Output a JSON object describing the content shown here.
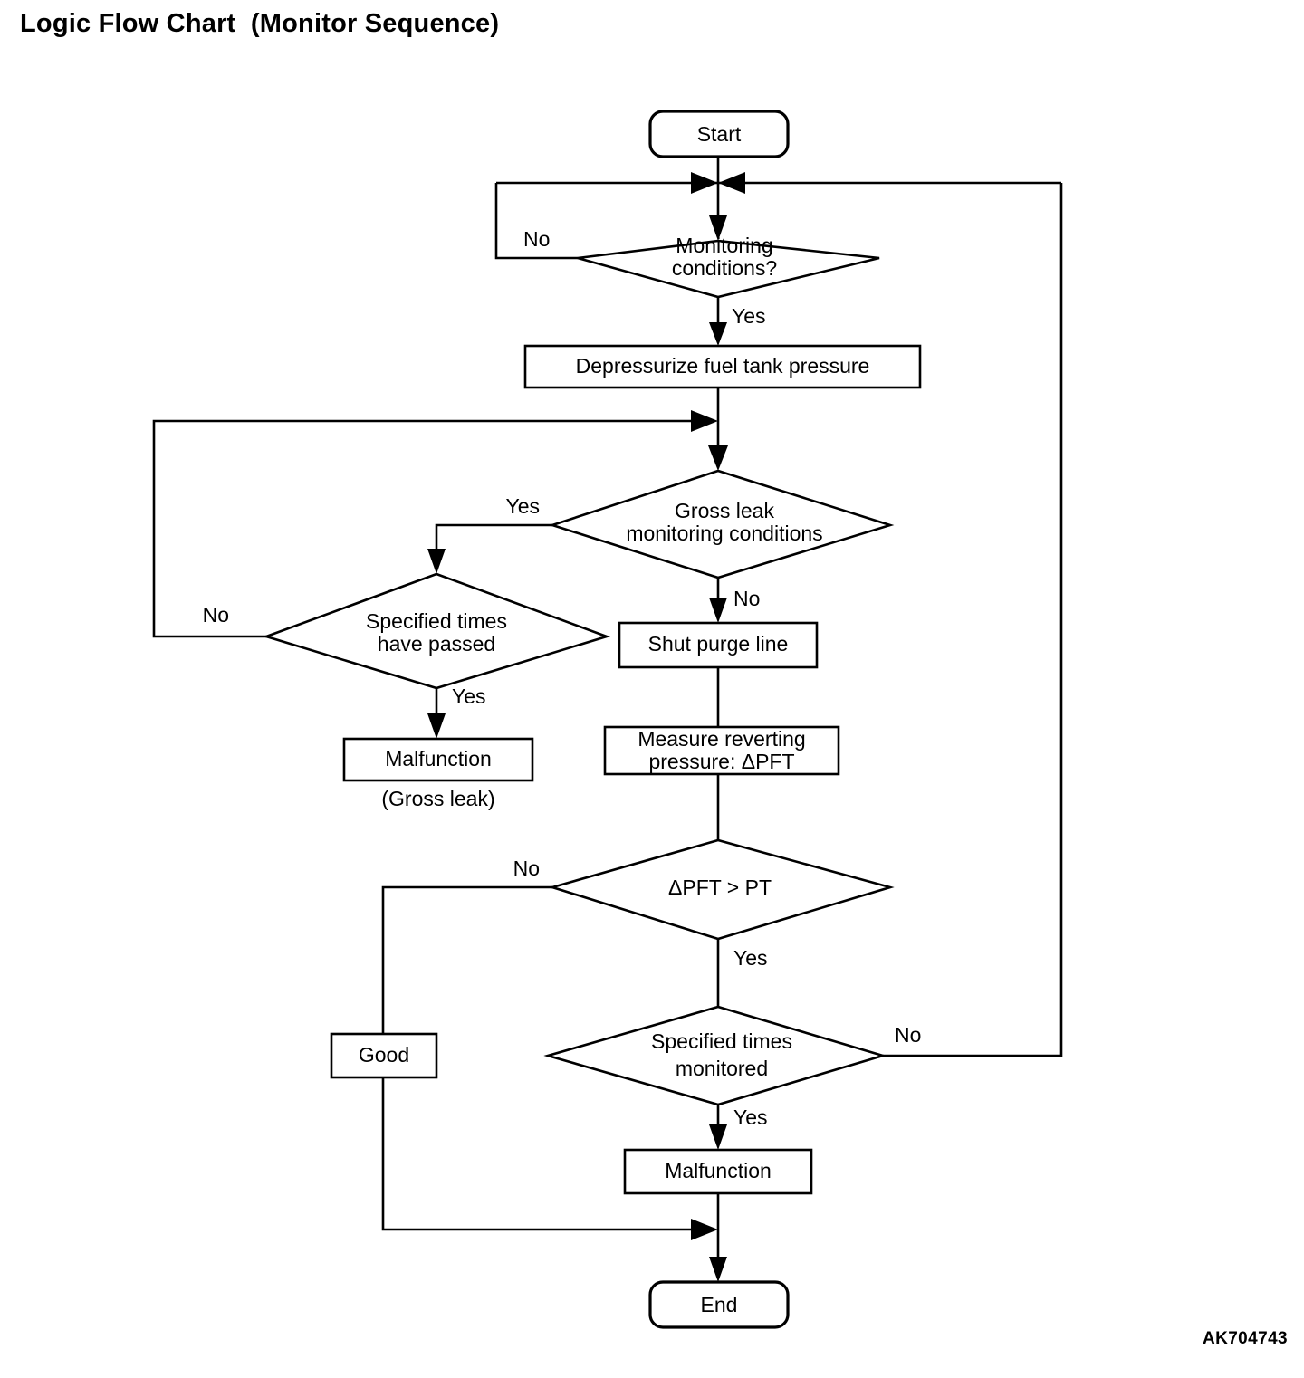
{
  "page": {
    "title": "Logic Flow Chart  (Monitor Sequence)",
    "figure_code": "AK704743",
    "background_color": "#ffffff",
    "line_color": "#000000"
  },
  "chart_data": {
    "type": "diagram",
    "subtype": "flowchart",
    "title": "Logic Flow Chart  (Monitor Sequence)",
    "orientation": "top-to-bottom",
    "nodes": [
      {
        "id": "start",
        "shape": "terminator",
        "label": "Start"
      },
      {
        "id": "mon_cond",
        "shape": "decision",
        "label_line1": "Monitoring",
        "label_line2": "conditions?"
      },
      {
        "id": "depressurize",
        "shape": "process",
        "label": "Depressurize fuel tank pressure"
      },
      {
        "id": "gross_cond",
        "shape": "decision",
        "label_line1": "Gross leak",
        "label_line2": "monitoring conditions"
      },
      {
        "id": "times_passed",
        "shape": "decision",
        "label_line1": "Specified times",
        "label_line2": "have passed"
      },
      {
        "id": "malf_gross",
        "shape": "process",
        "label": "Malfunction",
        "caption": "(Gross leak)"
      },
      {
        "id": "shut_purge",
        "shape": "process",
        "label": "Shut purge line"
      },
      {
        "id": "measure",
        "shape": "process",
        "label_line1": "Measure reverting",
        "label_line2": "pressure:  ΔPFT"
      },
      {
        "id": "pft_gt_pt",
        "shape": "decision",
        "label": "ΔPFT > PT"
      },
      {
        "id": "times_mon",
        "shape": "decision",
        "label_line1": "Specified times",
        "label_line2": "monitored"
      },
      {
        "id": "good",
        "shape": "process",
        "label": "Good"
      },
      {
        "id": "malf_leak",
        "shape": "process",
        "label": "Malfunction"
      },
      {
        "id": "end",
        "shape": "terminator",
        "label": "End"
      }
    ],
    "edges": [
      {
        "from": "start",
        "to": "mon_cond",
        "label": ""
      },
      {
        "from": "mon_cond",
        "to": "mon_cond",
        "label": "No",
        "route": "left-loop-back-to-top"
      },
      {
        "from": "mon_cond",
        "to": "depressurize",
        "label": "Yes"
      },
      {
        "from": "depressurize",
        "to": "gross_cond",
        "label": ""
      },
      {
        "from": "gross_cond",
        "to": "times_passed",
        "label": "Yes",
        "route": "left-then-down"
      },
      {
        "from": "gross_cond",
        "to": "shut_purge",
        "label": "No"
      },
      {
        "from": "times_passed",
        "to": "gross_cond",
        "label": "No",
        "route": "left-up-right-loop"
      },
      {
        "from": "times_passed",
        "to": "malf_gross",
        "label": "Yes"
      },
      {
        "from": "shut_purge",
        "to": "measure",
        "label": ""
      },
      {
        "from": "measure",
        "to": "pft_gt_pt",
        "label": ""
      },
      {
        "from": "pft_gt_pt",
        "to": "good",
        "label": "No",
        "route": "left-then-down"
      },
      {
        "from": "pft_gt_pt",
        "to": "times_mon",
        "label": "Yes"
      },
      {
        "from": "times_mon",
        "to": "mon_cond",
        "label": "No",
        "route": "right-up-loop-to-top"
      },
      {
        "from": "times_mon",
        "to": "malf_leak",
        "label": "Yes"
      },
      {
        "from": "malf_leak",
        "to": "end",
        "label": ""
      },
      {
        "from": "good",
        "to": "end",
        "label": "",
        "route": "down-then-right"
      }
    ],
    "edge_labels": [
      "No",
      "Yes",
      "Yes",
      "No",
      "No",
      "Yes",
      "No",
      "Yes",
      "No",
      "Yes"
    ]
  }
}
